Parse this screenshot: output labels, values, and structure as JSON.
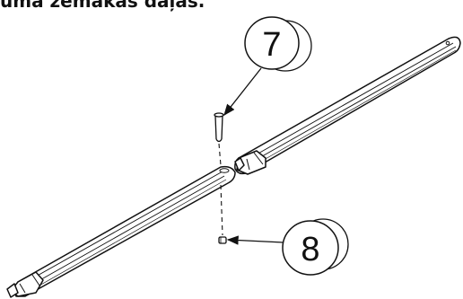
{
  "caption": "uma zemākās daļas.",
  "callouts": [
    {
      "number": "7",
      "part": "bolt"
    },
    {
      "number": "8",
      "part": "nut"
    }
  ],
  "colors": {
    "line": "#111111",
    "background": "#ffffff"
  }
}
